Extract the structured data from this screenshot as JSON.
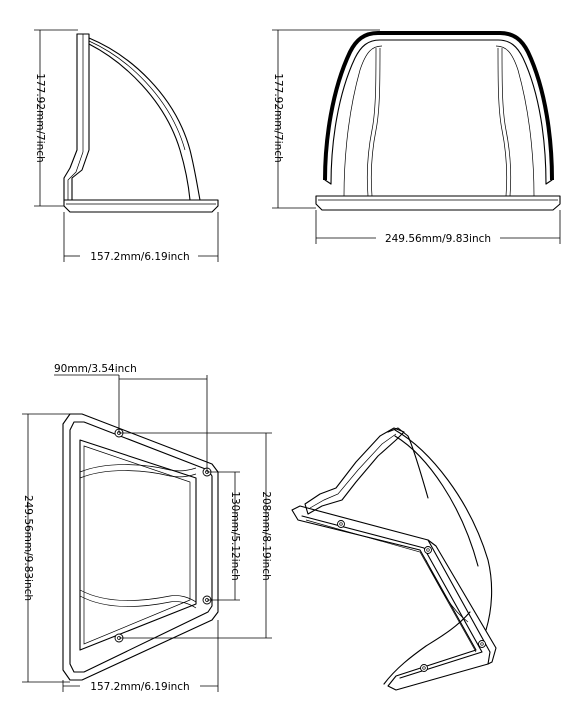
{
  "dimensions": {
    "side_height": "177.92mm/7inch",
    "side_depth": "157.2mm/6.19inch",
    "front_height": "177.92mm/7inch",
    "front_width": "249.56mm/9.83inch",
    "hole_spacing_horizontal": "90mm/3.54inch",
    "base_length": "249.56mm/9.83inch",
    "outer_hole_spacing": "208mm/8.19inch",
    "inner_hole_spacing": "130mm/5.12inch",
    "base_depth": "157.2mm/6.19inch"
  }
}
